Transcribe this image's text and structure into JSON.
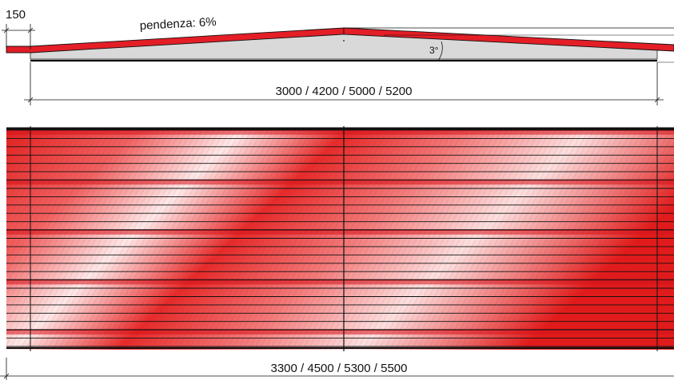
{
  "section": {
    "overhang_label": "150",
    "slope_label": "pendenza: 6%",
    "angle_label": "3°",
    "span_label": "3000 / 4200 / 5000 / 5200"
  },
  "plan": {
    "length_label": "3300 / 4500 / 5300 / 5500",
    "panel_band_count": 26
  },
  "colors": {
    "roof_red": "#e41e26",
    "roof_light": "#fbe6e6",
    "ceiling_gray": "#d9d9d9",
    "line": "#111111"
  }
}
